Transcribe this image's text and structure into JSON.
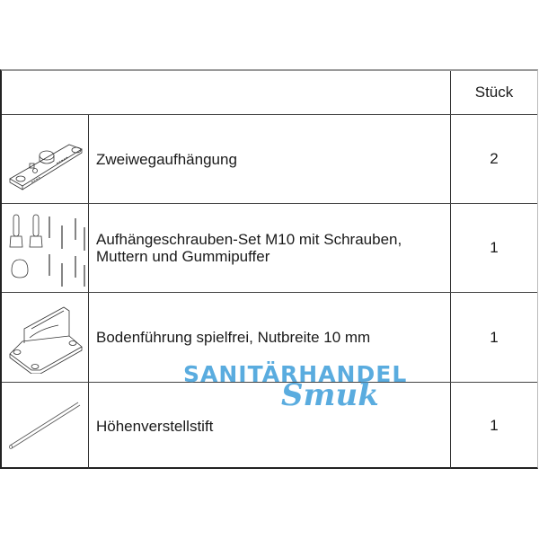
{
  "table": {
    "header": {
      "description": "",
      "quantity": "Stück"
    },
    "rows": [
      {
        "icon": "two-way-hanger-icon",
        "description": "Zweiwegaufhängung",
        "quantity": "2"
      },
      {
        "icon": "screw-set-icon",
        "description": "Aufhängeschrauben-Set M10 mit Schrauben,\nMuttern und Gummipuffer",
        "quantity": "1"
      },
      {
        "icon": "floor-guide-icon",
        "description": "Bodenführung spielfrei, Nutbreite 10 mm",
        "quantity": "1"
      },
      {
        "icon": "height-adjust-pin-icon",
        "description": "Höhenverstellstift",
        "quantity": "1"
      }
    ]
  },
  "watermark": {
    "line1": "SANITÄRHANDEL",
    "line2": "Smuk",
    "color": "#5aacdf"
  },
  "colors": {
    "border": "#333333",
    "text": "#1a1a1a"
  }
}
